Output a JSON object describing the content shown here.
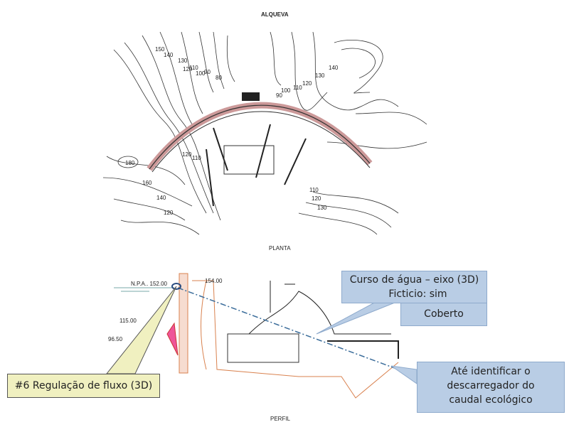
{
  "titles": {
    "top": "ALQUEVA",
    "plan": "PLANTA",
    "profile": "PERFIL"
  },
  "plan_contours": [
    "150",
    "140",
    "130",
    "120",
    "110",
    "100",
    "90",
    "80",
    "90",
    "100",
    "110",
    "120",
    "130",
    "140",
    "180",
    "160",
    "140",
    "120",
    "120",
    "110",
    "110",
    "120",
    "130"
  ],
  "profile_labels": {
    "npa": "N.P.A.. 152.00",
    "crest": "154.00",
    "level1": "115.00",
    "level2": "96.50"
  },
  "callouts": {
    "watercourse": {
      "line1": "Curso de água – eixo (3D)",
      "line2": "Ficticio: sim"
    },
    "covered": "Coberto",
    "flow": "#6 Regulação de fluxo (3D)",
    "discharge": "Até identificar o descarregador do caudal ecológico"
  },
  "colors": {
    "callout_blue": "#b9cde5",
    "callout_yellow": "#f0f0c0",
    "dam_orange": "#d9824f",
    "axis_line": "#3a6c9a"
  }
}
